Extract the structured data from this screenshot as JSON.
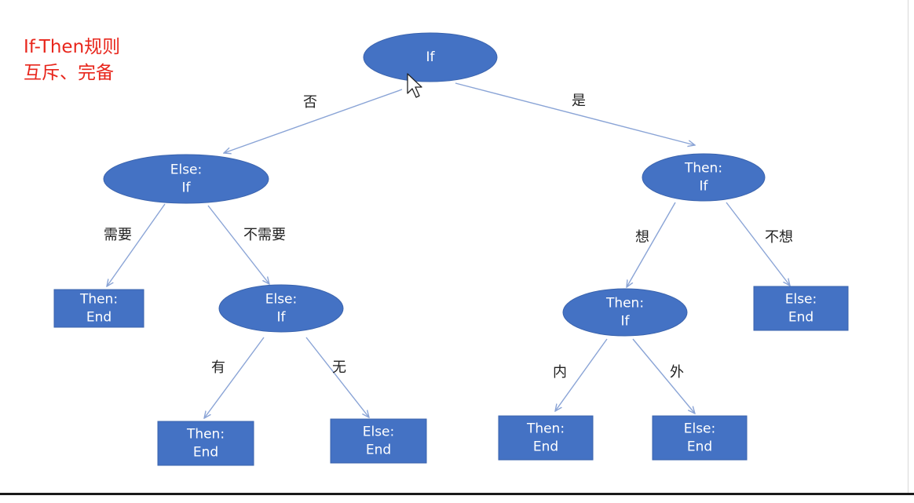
{
  "title": {
    "line1": "If-Then规则",
    "line2": "互斥、完备"
  },
  "colors": {
    "node_fill": "#4472c4",
    "node_stroke": "#3a63ad",
    "edge": "#8aa4d6",
    "node_text": "#ffffff",
    "edge_label": "#222222",
    "title": "#e8261c"
  },
  "nodes": [
    {
      "id": "root",
      "shape": "ellipse",
      "lines": [
        "If"
      ]
    },
    {
      "id": "else-if-1",
      "shape": "ellipse",
      "lines": [
        "Else:",
        "If"
      ]
    },
    {
      "id": "then-if-1",
      "shape": "ellipse",
      "lines": [
        "Then:",
        "If"
      ]
    },
    {
      "id": "then-end-1",
      "shape": "rect",
      "lines": [
        "Then:",
        "End"
      ]
    },
    {
      "id": "else-if-2",
      "shape": "ellipse",
      "lines": [
        "Else:",
        "If"
      ]
    },
    {
      "id": "then-if-2",
      "shape": "ellipse",
      "lines": [
        "Then:",
        "If"
      ]
    },
    {
      "id": "else-end-1",
      "shape": "rect",
      "lines": [
        "Else:",
        "End"
      ]
    },
    {
      "id": "then-end-2",
      "shape": "rect",
      "lines": [
        "Then:",
        "End"
      ]
    },
    {
      "id": "else-end-2",
      "shape": "rect",
      "lines": [
        "Else:",
        "End"
      ]
    },
    {
      "id": "then-end-3",
      "shape": "rect",
      "lines": [
        "Then:",
        "End"
      ]
    },
    {
      "id": "else-end-3",
      "shape": "rect",
      "lines": [
        "Else:",
        "End"
      ]
    }
  ],
  "edges": [
    {
      "from": "root",
      "to": "else-if-1",
      "label": "否"
    },
    {
      "from": "root",
      "to": "then-if-1",
      "label": "是"
    },
    {
      "from": "else-if-1",
      "to": "then-end-1",
      "label": "需要"
    },
    {
      "from": "else-if-1",
      "to": "else-if-2",
      "label": "不需要"
    },
    {
      "from": "then-if-1",
      "to": "then-if-2",
      "label": "想"
    },
    {
      "from": "then-if-1",
      "to": "else-end-1",
      "label": "不想"
    },
    {
      "from": "else-if-2",
      "to": "then-end-2",
      "label": "有"
    },
    {
      "from": "else-if-2",
      "to": "else-end-2",
      "label": "无"
    },
    {
      "from": "then-if-2",
      "to": "then-end-3",
      "label": "内"
    },
    {
      "from": "then-if-2",
      "to": "else-end-3",
      "label": "外"
    }
  ]
}
